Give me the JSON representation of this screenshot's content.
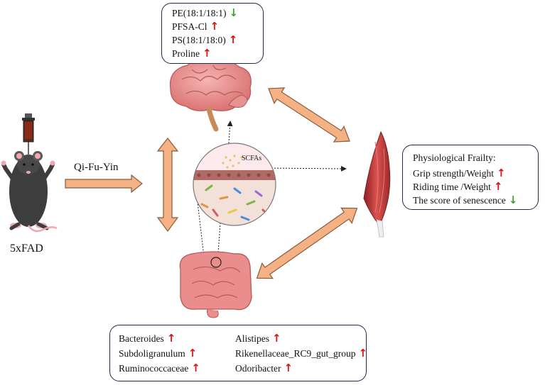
{
  "brain_box": {
    "items": [
      {
        "text": "PE(18:1/18:1)",
        "trend": "down"
      },
      {
        "text": "PFSA-Cl",
        "trend": "up"
      },
      {
        "text": "PS(18:1/18:0)",
        "trend": "up"
      },
      {
        "text": "Proline",
        "trend": "up"
      }
    ]
  },
  "frailty_box": {
    "title": "Physiological Frailty:",
    "items": [
      {
        "text": "Grip strength/Weight",
        "trend": "up"
      },
      {
        "text": "Riding time /Weight",
        "trend": "up"
      },
      {
        "text": "The score of senescence",
        "trend": "down"
      }
    ]
  },
  "gut_box": {
    "items": [
      {
        "text": "Bacteroides",
        "trend": "up"
      },
      {
        "text": "Alistipes",
        "trend": "up"
      },
      {
        "text": "Subdoligranulum",
        "trend": "up"
      },
      {
        "text": "Rikenellaceae_RC9_gut_group",
        "trend": "up"
      },
      {
        "text": "Ruminococcaceae",
        "trend": "up"
      },
      {
        "text": "Odoribacter",
        "trend": "up"
      }
    ]
  },
  "labels": {
    "treatment": "Qi-Fu-Yin",
    "model": "5xFAD",
    "metabolite": "SCFAs"
  },
  "trend_symbols": {
    "up": "↑",
    "down": "↓"
  },
  "colors": {
    "box_border": "#1f2b4d",
    "arrow_fill": "#f4b183",
    "arrow_stroke": "#8a5a3c",
    "up": "#e01010",
    "down": "#3aa52a",
    "brain": "#e58a8a",
    "muscle": "#c0393b",
    "gut": "#e87a7a"
  }
}
